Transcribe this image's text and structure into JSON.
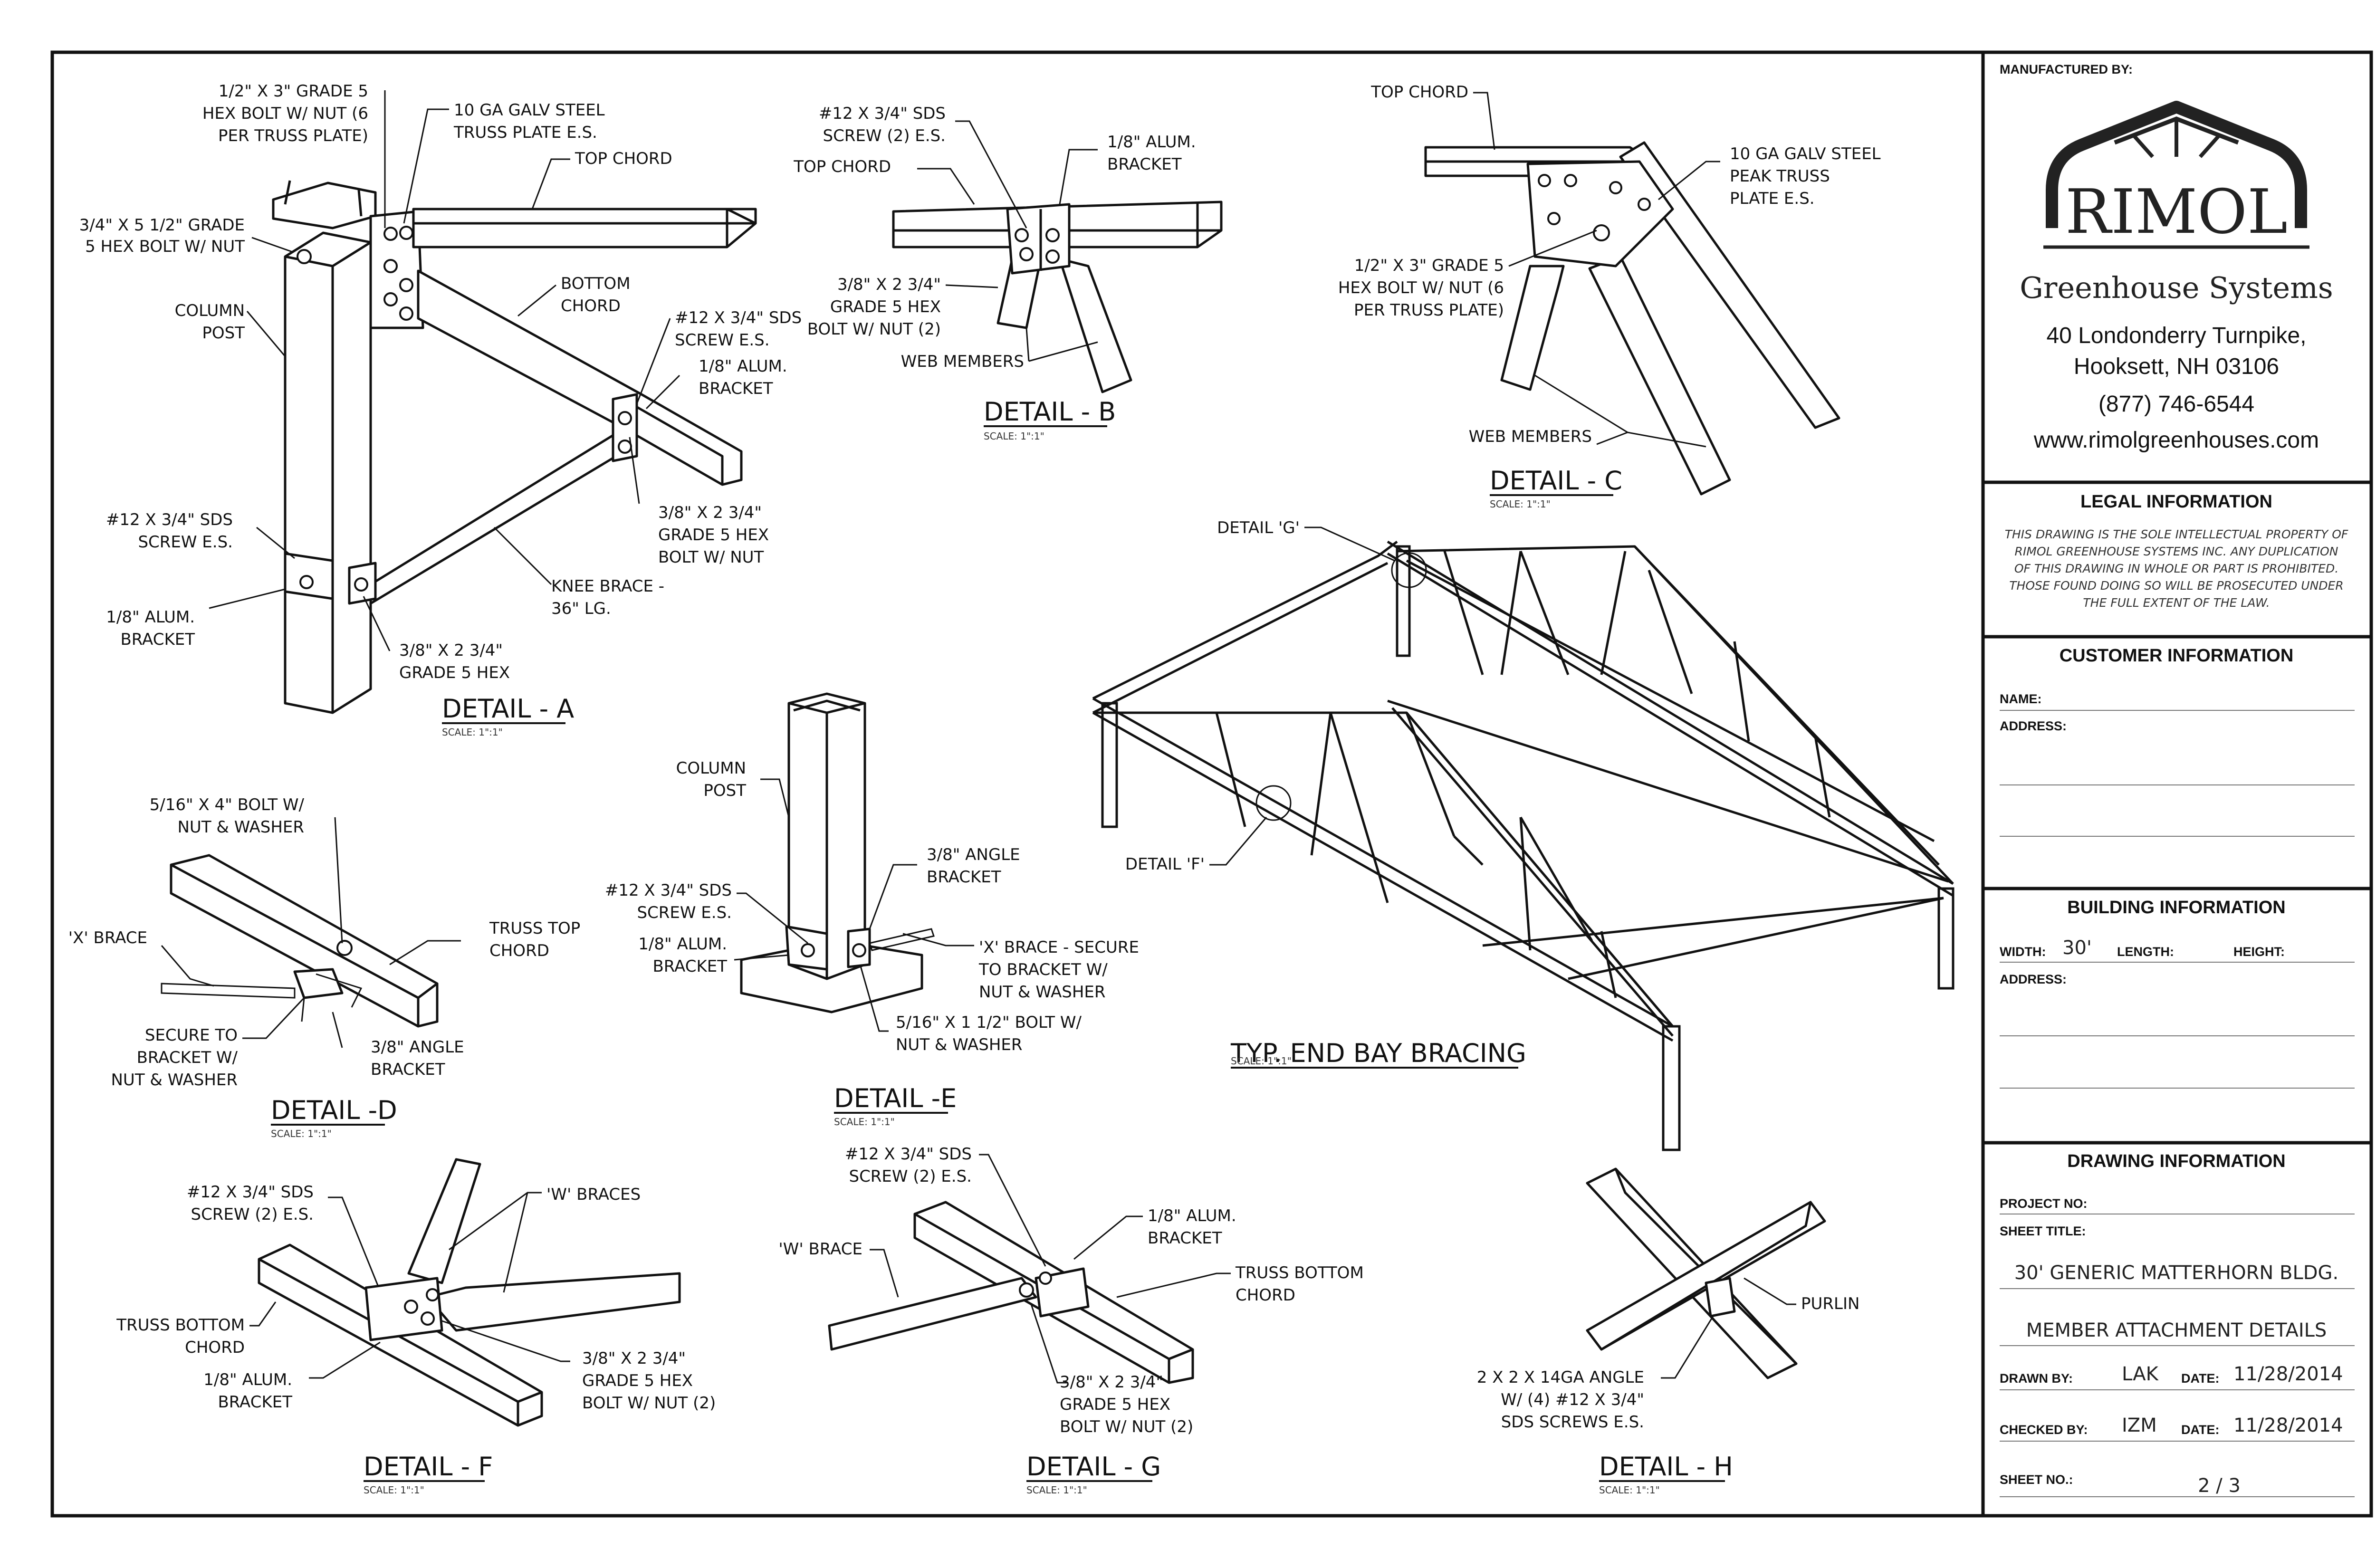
{
  "titleblock": {
    "manufactured_by": "MANUFACTURED BY:",
    "company": "RIMOL",
    "division": "Greenhouse Systems",
    "address1": "40 Londonderry Turnpike,",
    "address2": "Hooksett, NH 03106",
    "phone": "(877) 746-6544",
    "website": "www.rimolgreenhouses.com",
    "legal_heading": "LEGAL INFORMATION",
    "legal_lines": [
      "THIS DRAWING IS THE SOLE INTELLECTUAL PROPERTY OF",
      "RIMOL GREENHOUSE SYSTEMS INC. ANY DUPLICATION",
      "OF THIS DRAWING IN WHOLE OR PART IS PROHIBITED.",
      "THOSE FOUND DOING SO WILL BE PROSECUTED UNDER",
      "THE FULL EXTENT OF THE LAW."
    ],
    "customer_heading": "CUSTOMER INFORMATION",
    "name_label": "NAME:",
    "address_label": "ADDRESS:",
    "building_heading": "BUILDING INFORMATION",
    "width_label": "WIDTH:",
    "width_value": "30'",
    "length_label": "LENGTH:",
    "height_label": "HEIGHT:",
    "building_address_label": "ADDRESS:",
    "drawing_heading": "DRAWING INFORMATION",
    "project_no_label": "PROJECT NO:",
    "sheet_title_label": "SHEET TITLE:",
    "sheet_title_1": "30' GENERIC MATTERHORN BLDG.",
    "sheet_title_2": "MEMBER ATTACHMENT DETAILS",
    "drawn_by_label": "DRAWN BY:",
    "drawn_by": "LAK",
    "date_label": "DATE:",
    "drawn_date": "11/28/2014",
    "checked_by_label": "CHECKED BY:",
    "checked_by": "IZM",
    "checked_date": "11/28/2014",
    "sheet_no_label": "SHEET NO.:",
    "sheet_no": "2 / 3"
  },
  "scale_text": "SCALE: 1\":1\"",
  "details": {
    "a": {
      "title": "DETAIL - A",
      "callouts": [
        "1/2\" X 3\" GRADE 5",
        "HEX BOLT W/ NUT (6",
        "PER TRUSS PLATE)",
        "10 GA GALV STEEL",
        "TRUSS PLATE E.S.",
        "TOP CHORD",
        "3/4\" X 5 1/2\" GRADE",
        "5 HEX BOLT W/ NUT",
        "COLUMN",
        "POST",
        "BOTTOM",
        "CHORD",
        "#12 X 3/4\" SDS",
        "SCREW E.S.",
        "1/8\" ALUM.",
        "BRACKET",
        "#12 X 3/4\" SDS",
        "SCREW E.S.",
        "3/8\" X 2 3/4\"",
        "GRADE 5 HEX",
        "BOLT W/ NUT",
        "KNEE BRACE -",
        "36\" LG.",
        "1/8\" ALUM.",
        "BRACKET",
        "3/8\" X 2 3/4\"",
        "GRADE 5 HEX"
      ]
    },
    "b": {
      "title": "DETAIL - B",
      "callouts": [
        "#12 X 3/4\" SDS",
        "SCREW (2) E.S.",
        "TOP CHORD",
        "1/8\" ALUM.",
        "BRACKET",
        "3/8\" X 2 3/4\"",
        "GRADE 5 HEX",
        "BOLT W/ NUT (2)",
        "WEB MEMBERS"
      ]
    },
    "c": {
      "title": "DETAIL - C",
      "callouts": [
        "TOP CHORD",
        "10 GA GALV STEEL",
        "PEAK TRUSS",
        "PLATE E.S.",
        "1/2\" X 3\" GRADE 5",
        "HEX BOLT W/ NUT (6",
        "PER TRUSS PLATE)",
        "WEB MEMBERS"
      ]
    },
    "d": {
      "title": "DETAIL -D",
      "callouts": [
        "5/16\" X 4\" BOLT W/",
        "NUT & WASHER",
        "'X' BRACE",
        "TRUSS TOP",
        "CHORD",
        "SECURE TO",
        "BRACKET W/",
        "NUT & WASHER",
        "3/8\" ANGLE",
        "BRACKET"
      ]
    },
    "e": {
      "title": "DETAIL -E",
      "callouts": [
        "COLUMN",
        "POST",
        "3/8\" ANGLE",
        "BRACKET",
        "#12 X 3/4\" SDS",
        "SCREW E.S.",
        "'X' BRACE - SECURE",
        "TO BRACKET W/",
        "NUT & WASHER",
        "1/8\" ALUM.",
        "BRACKET",
        "5/16\" X 1 1/2\" BOLT W/",
        "NUT & WASHER"
      ]
    },
    "f": {
      "title": "DETAIL - F",
      "callouts": [
        "#12 X 3/4\" SDS",
        "SCREW (2) E.S.",
        "'W' BRACES",
        "TRUSS BOTTOM",
        "CHORD",
        "3/8\" X 2 3/4\"",
        "GRADE 5 HEX",
        "BOLT W/ NUT (2)",
        "1/8\" ALUM.",
        "BRACKET"
      ]
    },
    "g": {
      "title": "DETAIL - G",
      "callouts": [
        "#12 X 3/4\" SDS",
        "SCREW (2) E.S.",
        "1/8\" ALUM.",
        "BRACKET",
        "'W' BRACE",
        "TRUSS BOTTOM",
        "CHORD",
        "3/8\" X 2 3/4\"",
        "GRADE 5 HEX",
        "BOLT W/ NUT (2)"
      ]
    },
    "h": {
      "title": "DETAIL - H",
      "callouts": [
        "PURLIN",
        "2 X 2 X 14GA ANGLE",
        "W/ (4) #12 X 3/4\"",
        "SDS SCREWS E.S."
      ]
    },
    "bay": {
      "title": "TYP. END BAY BRACING",
      "callouts": [
        "DETAIL 'G'",
        "DETAIL 'F'"
      ]
    }
  }
}
